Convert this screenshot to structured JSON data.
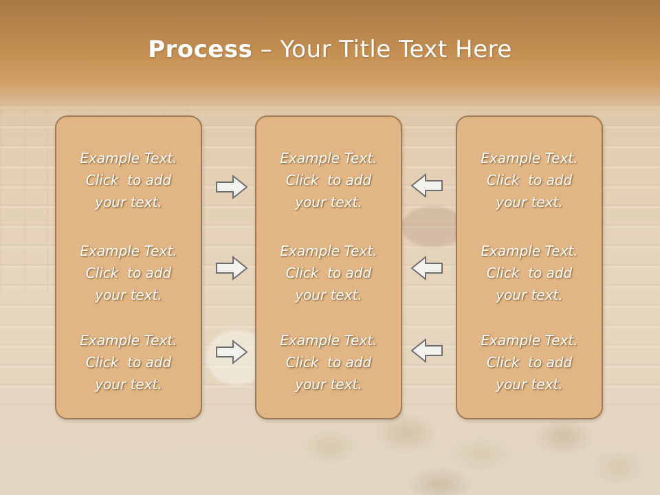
{
  "slide": {
    "title_bold": "Process",
    "title_rest": " – Your Title Text Here"
  },
  "panels": [
    {
      "items": [
        {
          "line1": "Example Text.",
          "line2": "Click  to add",
          "line3": "your text."
        },
        {
          "line1": "Example Text.",
          "line2": "Click  to add",
          "line3": "your text."
        },
        {
          "line1": "Example Text.",
          "line2": "Click  to add",
          "line3": "your text."
        }
      ]
    },
    {
      "items": [
        {
          "line1": "Example Text.",
          "line2": "Click  to add",
          "line3": "your text."
        },
        {
          "line1": "Example Text.",
          "line2": "Click  to add",
          "line3": "your text."
        },
        {
          "line1": "Example Text.",
          "line2": "Click  to add",
          "line3": "your text."
        }
      ]
    },
    {
      "items": [
        {
          "line1": "Example Text.",
          "line2": "Click  to add",
          "line3": "your text."
        },
        {
          "line1": "Example Text.",
          "line2": "Click  to add",
          "line3": "your text."
        },
        {
          "line1": "Example Text.",
          "line2": "Click  to add",
          "line3": "your text."
        }
      ]
    }
  ],
  "arrows": {
    "left_column": [
      "arrow-right-icon",
      "arrow-right-icon",
      "arrow-right-icon"
    ],
    "right_column": [
      "arrow-left-icon",
      "arrow-left-icon",
      "arrow-left-icon"
    ]
  },
  "colors": {
    "title_band": "#c48f52",
    "panel_fill": "#e1b684",
    "panel_border": "#9d7b58",
    "arrow_fill": "#f4f2ee",
    "arrow_stroke": "#6e6e6e",
    "text": "#ffffff"
  }
}
